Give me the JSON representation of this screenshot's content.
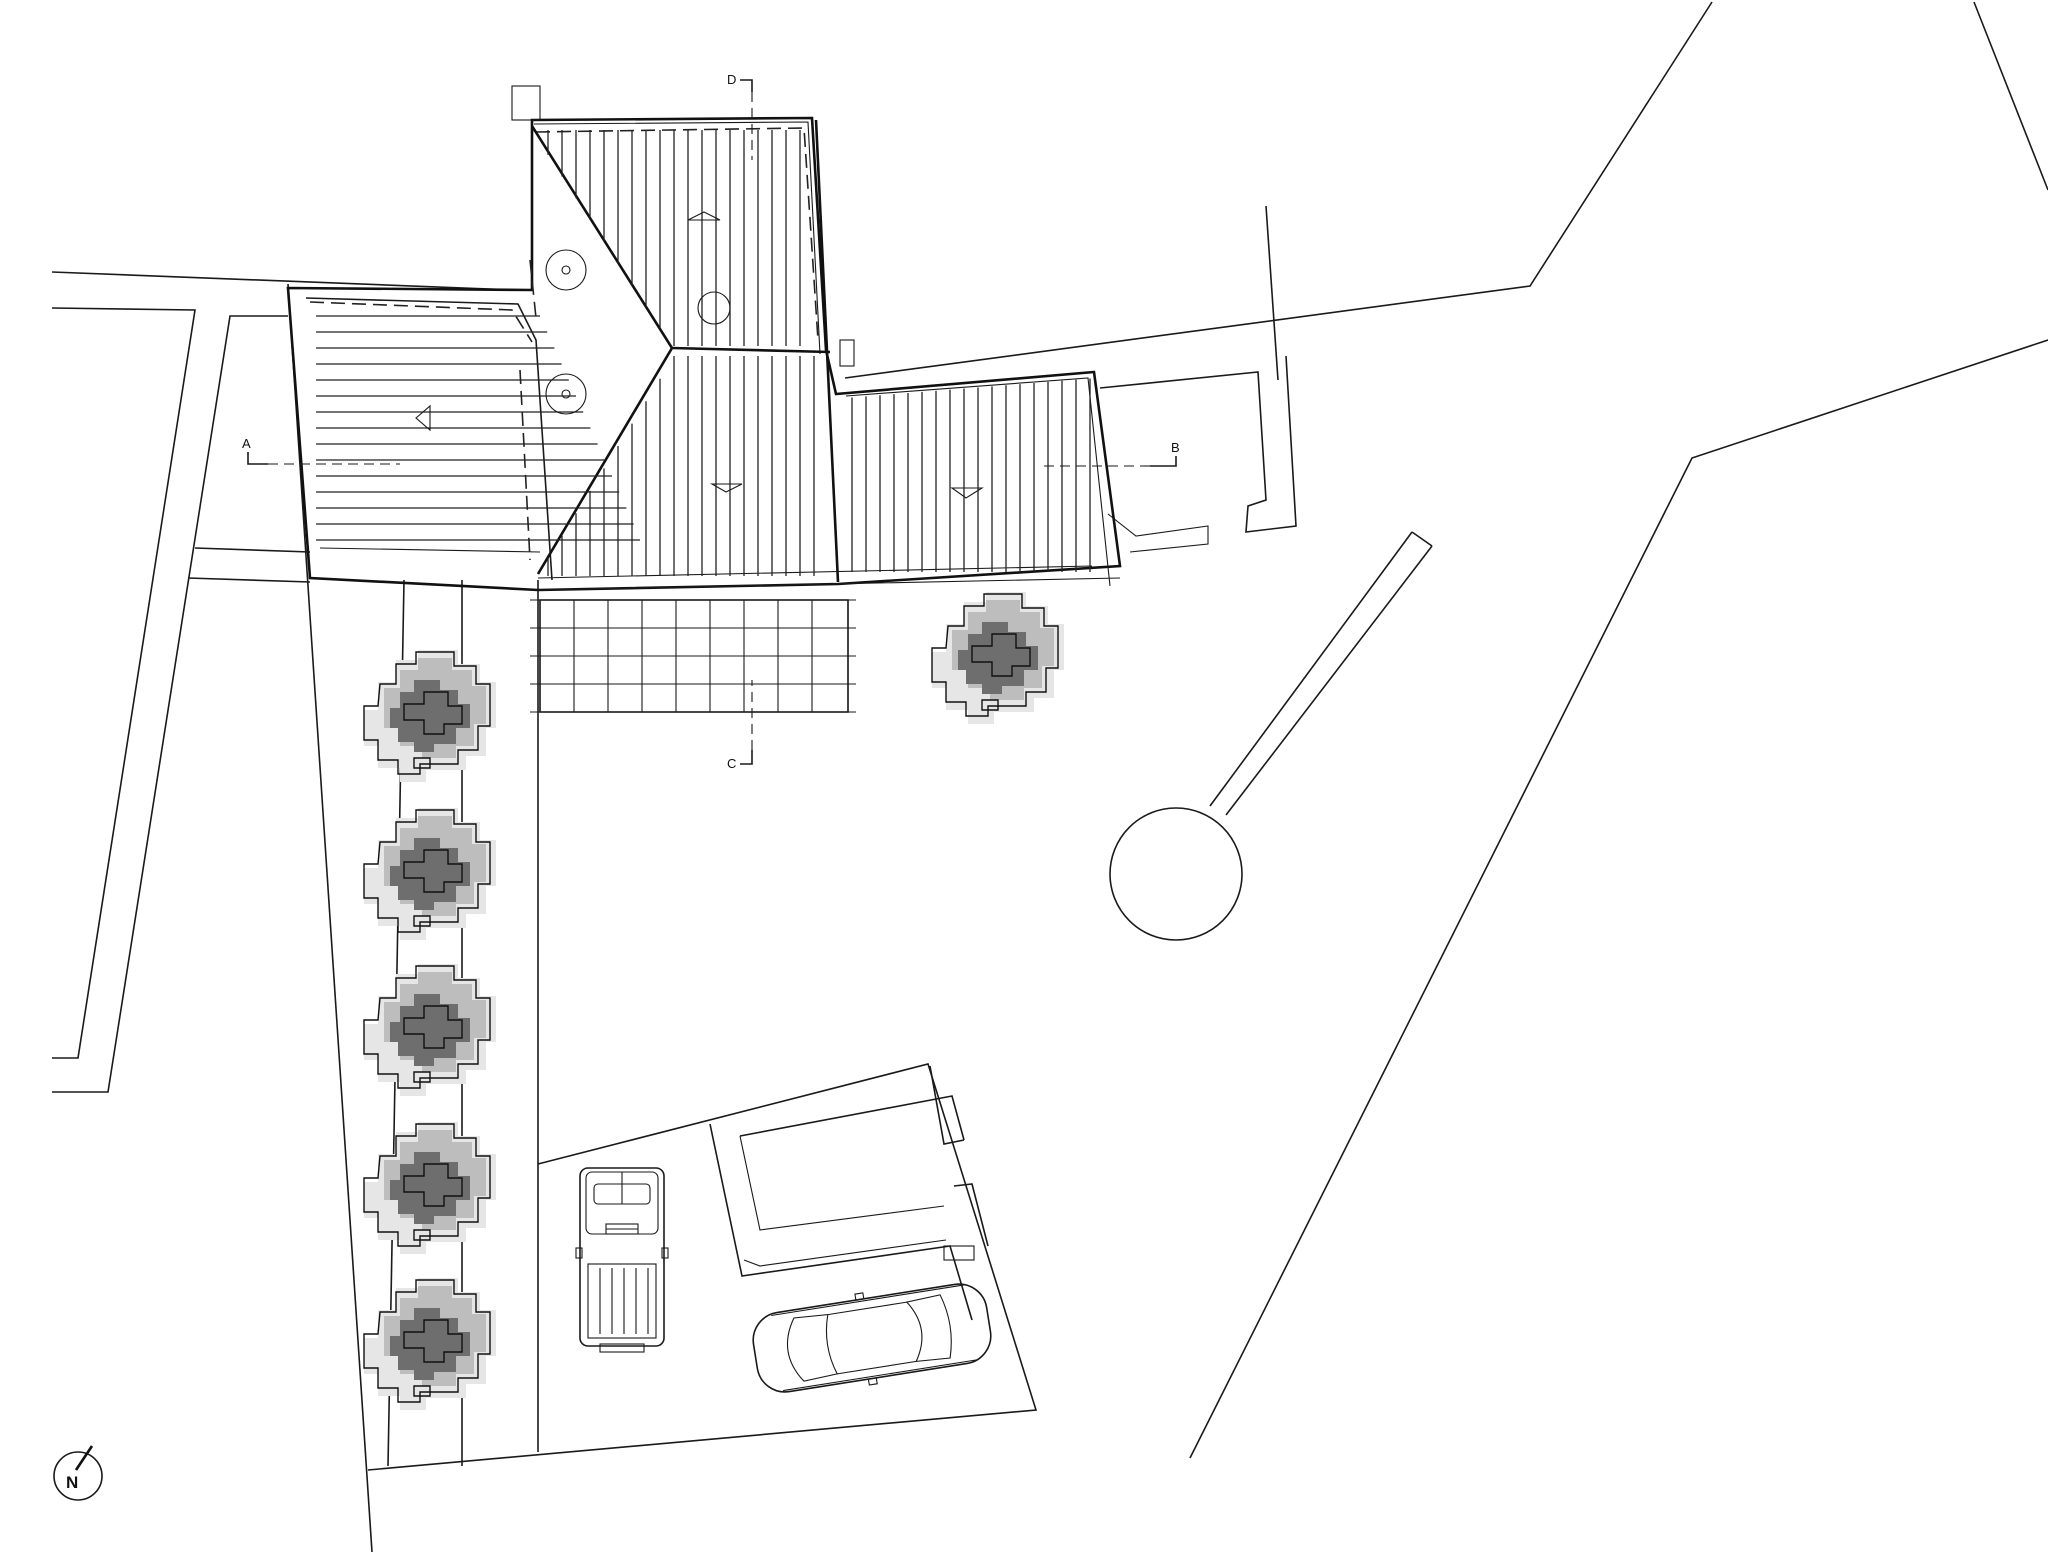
{
  "drawing": {
    "type": "site-plan",
    "section_markers": [
      {
        "id": "section-a",
        "label": "A"
      },
      {
        "id": "section-b",
        "label": "B"
      },
      {
        "id": "section-c",
        "label": "C"
      },
      {
        "id": "section-d",
        "label": "D"
      }
    ],
    "north_arrow_label": "N",
    "tree_count": 6,
    "vehicle_count": 2
  }
}
